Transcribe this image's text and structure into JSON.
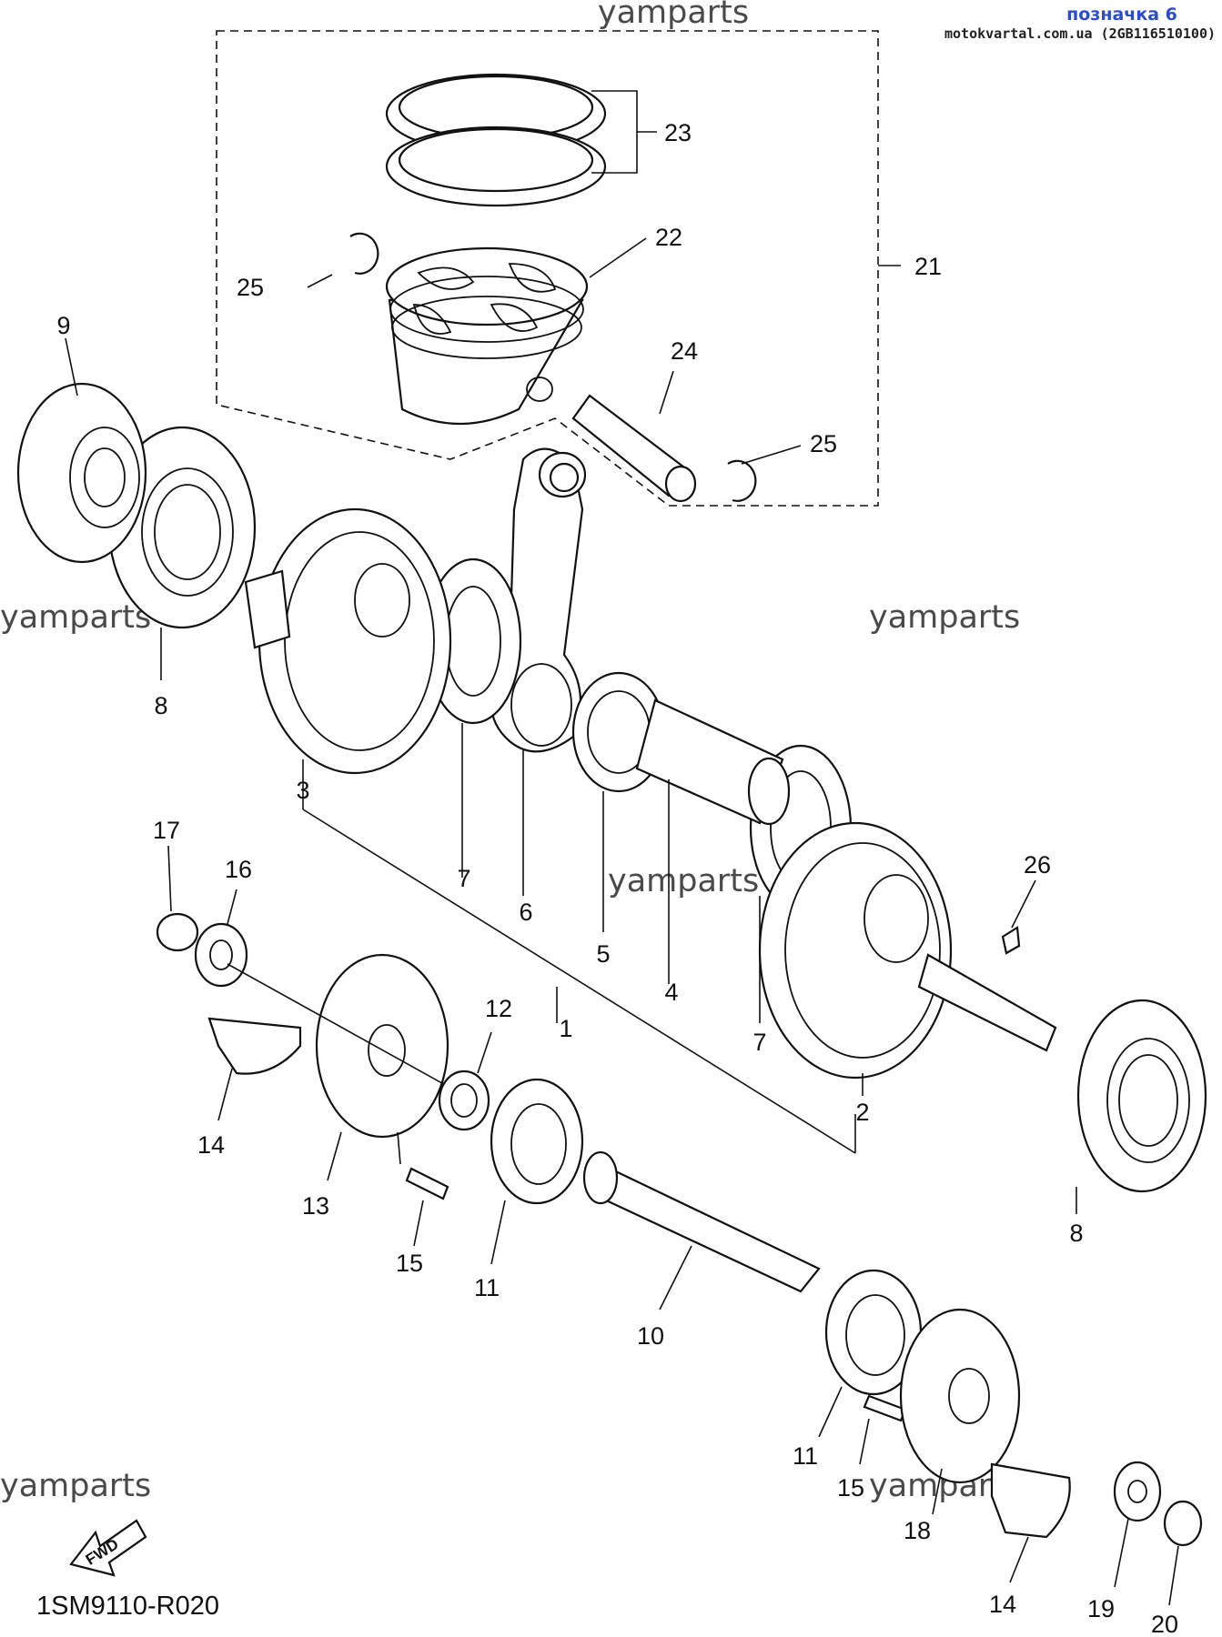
{
  "header": {
    "title": "позначка 6",
    "source": "motokvartal.com.ua (2GB116510100)"
  },
  "watermarks": [
    "yamparts",
    "yamparts",
    "yamparts",
    "yamparts",
    "yamparts",
    "yamparts"
  ],
  "diagram_code": "1SM9110-R020",
  "fwd_label": "FWD",
  "callouts": [
    "1",
    "2",
    "3",
    "4",
    "5",
    "6",
    "7",
    "7",
    "8",
    "8",
    "9",
    "10",
    "11",
    "11",
    "12",
    "13",
    "14",
    "14",
    "15",
    "15",
    "16",
    "17",
    "18",
    "19",
    "20",
    "21",
    "22",
    "23",
    "24",
    "25",
    "25",
    "26"
  ]
}
